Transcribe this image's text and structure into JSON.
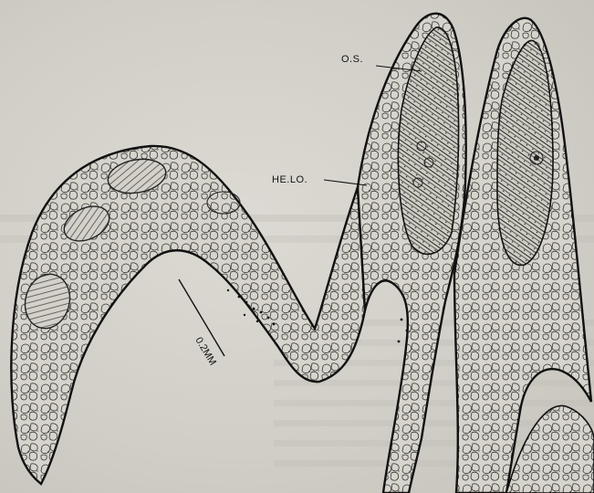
{
  "figure": {
    "labels": {
      "os": "O.S.",
      "helo": "HE.LO."
    },
    "scale_bar": {
      "label": "0.2MM",
      "length_mm": 0.2
    }
  },
  "colors": {
    "paper": "#d2d0c8",
    "ink": "#141414"
  }
}
